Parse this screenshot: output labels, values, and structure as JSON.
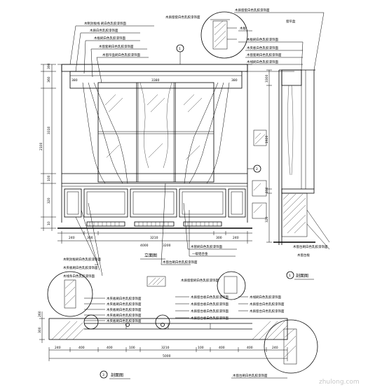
{
  "elevation": {
    "title": "立面图",
    "callout_top": "1",
    "callout_right": "2",
    "dims_top": [
      "380",
      "3380",
      "380"
    ],
    "dims_left": [
      "390",
      "360",
      "3310",
      "2100",
      "100",
      "320",
      "10"
    ],
    "dims_bottom_row1": [
      "240",
      "300",
      "3210",
      "300",
      "240"
    ],
    "dims_bottom_row2": [
      "4000",
      "3200"
    ],
    "leaders_top": [
      "木制封板线 刷白色乳胶漆饰面",
      "木质白色乳胶漆饰面",
      "木板刷白色乳胶漆饰面",
      "木窗套刷白色乳胶漆饰面",
      "木窗帘盒刷白色乳胶漆饰面"
    ],
    "leaders_bottom": [
      "木管刷白色乳胶漆饰面",
      "一级铝合金",
      "木窗台刷白色乳胶漆饰面",
      "木制封板刷白色乳胶漆饰面",
      "木夹板刷白色乳胶漆饰面",
      "木线条白色乳胶漆饰面"
    ]
  },
  "section": {
    "title": "剖面图",
    "callout": "1",
    "leaders_top": [
      "木质窗套白色乳胶漆饰面",
      "木质窗套白色乳胶漆饰面",
      "木板",
      "窗帘盒",
      "木板刷白色乳胶漆饰面",
      "木夹板白色乳胶漆饰面",
      "木窗套刷白色乳胶漆饰面",
      "木线刷白色乳胶漆饰面"
    ],
    "leaders_bottom": [
      "木窗台刷白色乳胶漆饰面",
      "木窗台板"
    ],
    "dims_left": [
      "3300",
      "1920",
      "100",
      "320"
    ]
  },
  "plan": {
    "title": "剖面图",
    "callout": "3",
    "leaders": [
      "木夹板刷白色乳胶漆饰面",
      "木夹板刷白色乳胶漆饰面",
      "木夹板刷白色乳胶漆饰面",
      "木夹板刷白色乳胶漆饰面",
      "木夹板刷白色乳胶漆饰面",
      "木质窗套刷白色乳胶漆饰面",
      "木质窗台板白色乳胶漆饰面",
      "木质窗台板白色乳胶漆饰面",
      "木质窗台板白色乳胶漆饰面",
      "木质窗台板白色乳胶漆饰面",
      "木线刷白色乳胶漆饰面",
      "木质窗台白色乳胶漆饰面",
      "木质窗台白色乳胶漆饰面"
    ],
    "dims_bottom_row1": [
      "240",
      "400",
      "400",
      "100",
      "3210",
      "100",
      "400",
      "400",
      "240"
    ],
    "dims_bottom_row2": [
      "5000"
    ],
    "dims_left": [
      "260",
      "300"
    ]
  },
  "watermark": "zhulong.com"
}
